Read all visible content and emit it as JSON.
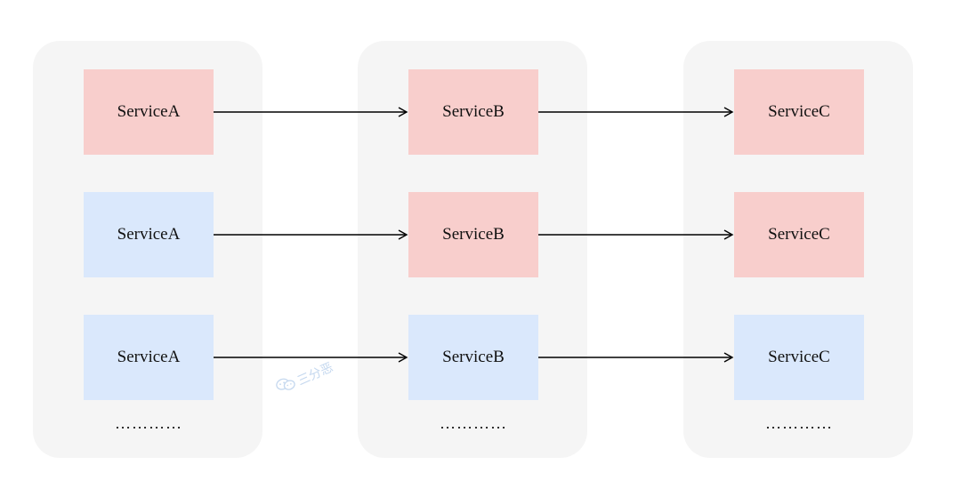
{
  "columns": [
    {
      "services": [
        {
          "label": "ServiceA",
          "color": "#f8cecc"
        },
        {
          "label": "ServiceA",
          "color": "#dae8fc"
        },
        {
          "label": "ServiceA",
          "color": "#dae8fc"
        }
      ],
      "ellipsis": "…………"
    },
    {
      "services": [
        {
          "label": "ServiceB",
          "color": "#f8cecc"
        },
        {
          "label": "ServiceB",
          "color": "#f8cecc"
        },
        {
          "label": "ServiceB",
          "color": "#dae8fc"
        }
      ],
      "ellipsis": "…………"
    },
    {
      "services": [
        {
          "label": "ServiceC",
          "color": "#f8cecc"
        },
        {
          "label": "ServiceC",
          "color": "#f8cecc"
        },
        {
          "label": "ServiceC",
          "color": "#dae8fc"
        }
      ],
      "ellipsis": "…………"
    }
  ],
  "watermark": {
    "text": "三分恶",
    "icon": "wechat-icon"
  },
  "colors": {
    "column_bg": "#f5f5f5",
    "highlight": "#f8cecc",
    "normal": "#dae8fc",
    "arrow": "#000000"
  }
}
